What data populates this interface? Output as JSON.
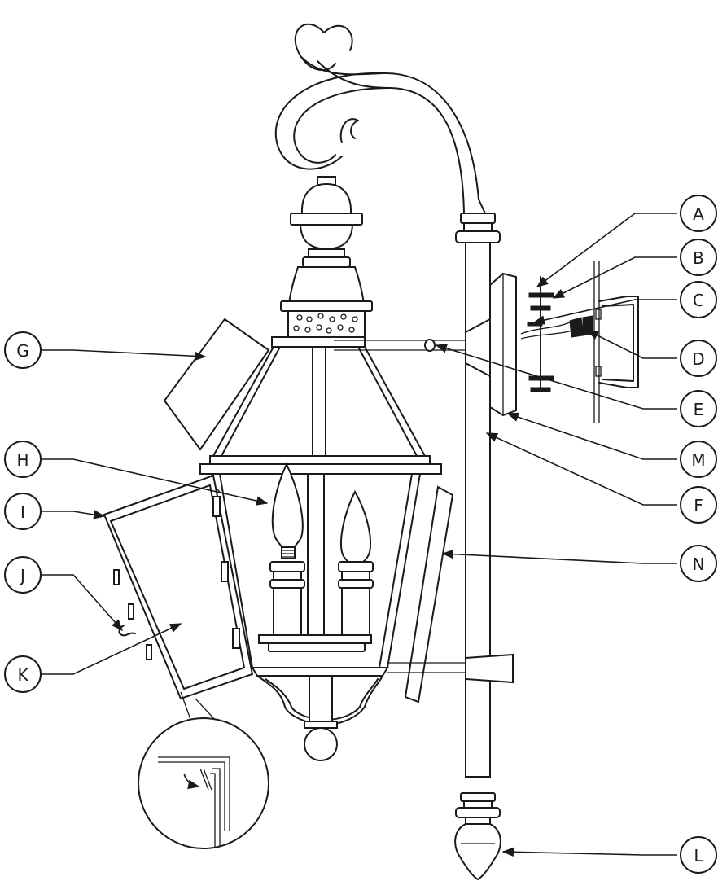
{
  "callouts": [
    {
      "id": "A",
      "label": "A"
    },
    {
      "id": "B",
      "label": "B"
    },
    {
      "id": "C",
      "label": "C"
    },
    {
      "id": "D",
      "label": "D"
    },
    {
      "id": "E",
      "label": "E"
    },
    {
      "id": "M",
      "label": "M"
    },
    {
      "id": "F",
      "label": "F"
    },
    {
      "id": "N",
      "label": "N"
    },
    {
      "id": "L",
      "label": "L"
    },
    {
      "id": "G",
      "label": "G"
    },
    {
      "id": "H",
      "label": "H"
    },
    {
      "id": "I",
      "label": "I"
    },
    {
      "id": "J",
      "label": "J"
    },
    {
      "id": "K",
      "label": "K"
    }
  ]
}
